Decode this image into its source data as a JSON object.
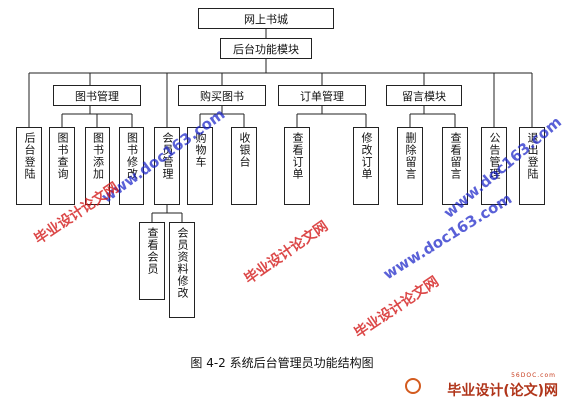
{
  "diagram": {
    "root": "网上书城",
    "level2": "后台功能模块",
    "groups": [
      "图书管理",
      "购买图书",
      "订单管理",
      "留言模块"
    ],
    "leaves": {
      "login": "后台登陆",
      "book_query": "图书查询",
      "book_add": "图书添加",
      "book_edit": "图书修改",
      "member_mgmt": "会员管理",
      "cart": "购物车",
      "checkout": "收银台",
      "view_order": "查看订单",
      "edit_order": "修改订单",
      "delete_msg": "删除留言",
      "view_msg": "查看留言",
      "notice_mgmt": "公告管理",
      "logout": "退出登陆",
      "view_member": "查看会员",
      "edit_member": "会员资料修改"
    },
    "caption": "图 4-2    系统后台管理员功能结构图"
  },
  "watermarks": {
    "red_text": "毕业设计论文网",
    "blue_text": "www.doc163.com",
    "logo_small": "56DOC.com",
    "logo_main": "毕业设计(论文)网"
  },
  "colors": {
    "line": "#222222",
    "watermark_red": "#d21414",
    "watermark_blue": "#1923c8",
    "logo": "#b0351a"
  }
}
